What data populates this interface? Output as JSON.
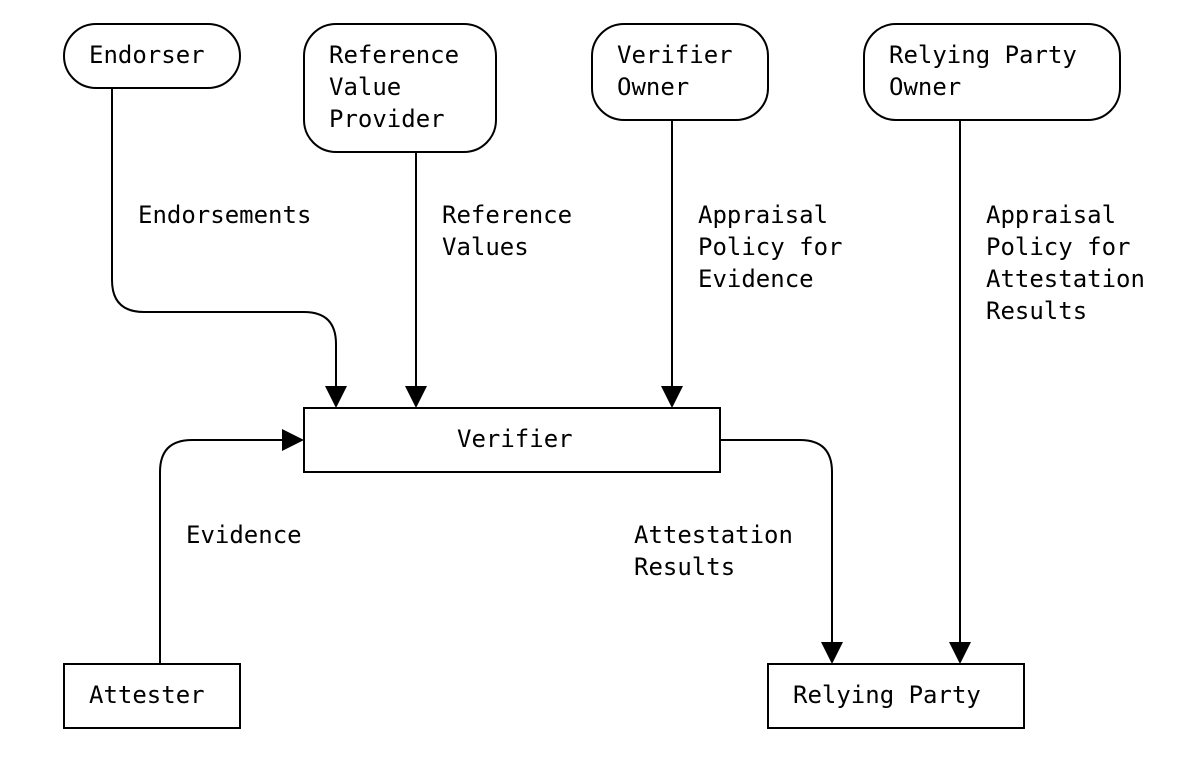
{
  "nodes": {
    "endorser": {
      "lines": [
        "Endorser"
      ]
    },
    "reference_value_provider": {
      "lines": [
        "Reference",
        "Value",
        "Provider"
      ]
    },
    "verifier_owner": {
      "lines": [
        "Verifier",
        "Owner"
      ]
    },
    "relying_party_owner": {
      "lines": [
        "Relying Party",
        "Owner"
      ]
    },
    "verifier": {
      "lines": [
        "Verifier"
      ]
    },
    "attester": {
      "lines": [
        "Attester"
      ]
    },
    "relying_party": {
      "lines": [
        "Relying Party"
      ]
    }
  },
  "edges": {
    "endorsements": {
      "lines": [
        "Endorsements"
      ]
    },
    "reference_values": {
      "lines": [
        "Reference",
        "Values"
      ]
    },
    "appraisal_policy_evidence": {
      "lines": [
        "Appraisal",
        "Policy for",
        "Evidence"
      ]
    },
    "appraisal_policy_results": {
      "lines": [
        "Appraisal",
        "Policy for",
        "Attestation",
        "Results"
      ]
    },
    "evidence": {
      "lines": [
        "Evidence"
      ]
    },
    "attestation_results": {
      "lines": [
        "Attestation",
        "Results"
      ]
    }
  }
}
